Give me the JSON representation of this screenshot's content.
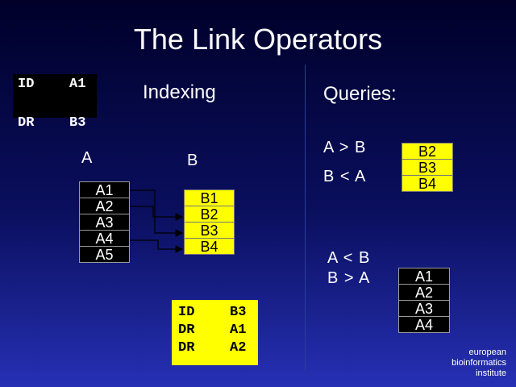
{
  "slide": {
    "title": "The Link Operators",
    "top_left": {
      "row1": {
        "left": "ID",
        "right": "A1"
      },
      "row2": {
        "left": "DR",
        "right": "B3"
      }
    },
    "indexing": {
      "heading": "Indexing",
      "label_a": "A",
      "label_b": "B",
      "list_a": [
        "A1",
        "A2",
        "A3",
        "A4",
        "A5"
      ],
      "list_b": [
        "B1",
        "B2",
        "B3",
        "B4"
      ],
      "index_table": [
        {
          "left": "ID",
          "right": "B3"
        },
        {
          "left": "DR",
          "right": "A1"
        },
        {
          "left": "DR",
          "right": "A2"
        }
      ]
    },
    "queries": {
      "heading": "Queries:",
      "q1": {
        "line1": "A > B",
        "line2": "B < A",
        "results": [
          "B2",
          "B3",
          "B4"
        ]
      },
      "q2": {
        "line1": "A < B",
        "line2": "B > A",
        "results": [
          "A1",
          "A2",
          "A3",
          "A4"
        ]
      }
    },
    "logo": {
      "line1": "european",
      "line2": "bioinformatics",
      "line3": "institute"
    }
  }
}
